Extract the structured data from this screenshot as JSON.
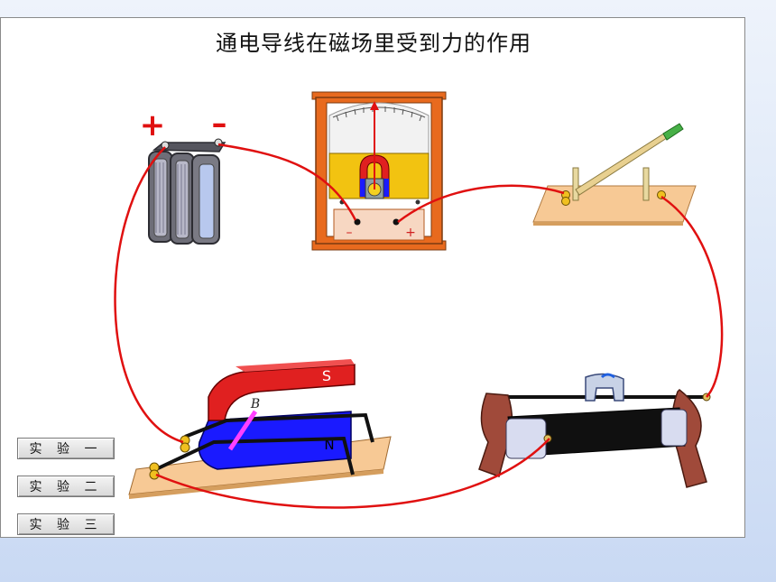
{
  "title": "通电导线在磁场里受到力的作用",
  "battery": {
    "plus_label": "+",
    "minus_label": "–"
  },
  "ammeter": {
    "minus_label": "–",
    "plus_label": "+"
  },
  "magnet": {
    "south_label": "S",
    "north_label": "N",
    "field_label": "B"
  },
  "buttons": [
    {
      "label": "实 验 一"
    },
    {
      "label": "实 验 二"
    },
    {
      "label": "实 验 三"
    }
  ],
  "colors": {
    "wire": "#e01010",
    "magnet_south": "#e02020",
    "magnet_north": "#1a1aff",
    "conductor": "#ff40ff",
    "board": "#f7c995",
    "ammeter_case": "#e86a1e"
  }
}
